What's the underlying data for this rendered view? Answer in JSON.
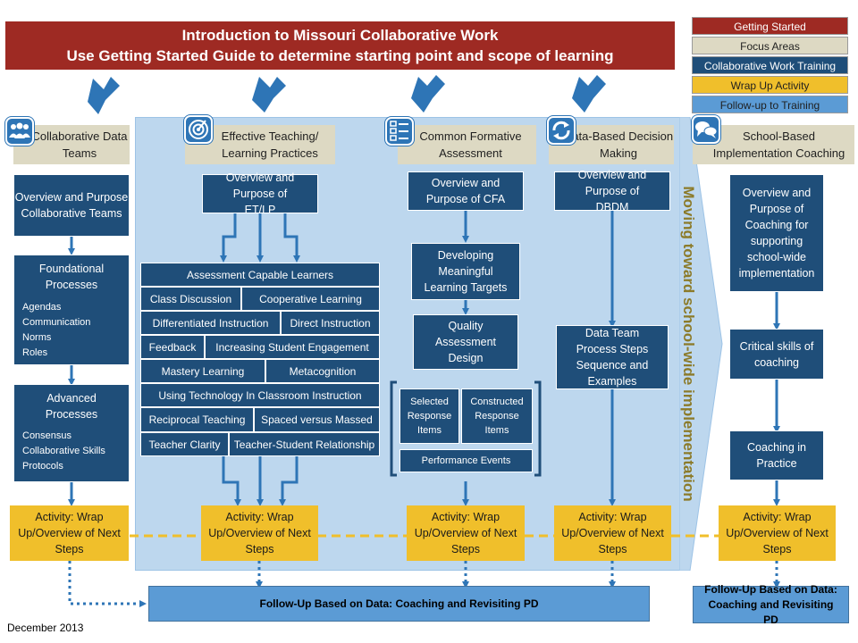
{
  "title": {
    "line1": "Introduction to Missouri Collaborative Work",
    "line2": "Use Getting Started Guide to determine starting point and scope of learning"
  },
  "legend": [
    {
      "label": "Getting Started",
      "color": "#9e2a23",
      "text_color": "#ffffff"
    },
    {
      "label": "Focus Areas",
      "color": "#ddd9c3",
      "text_color": "#1f1f1f"
    },
    {
      "label": "Collaborative Work Training",
      "color": "#1f4e79",
      "text_color": "#ffffff"
    },
    {
      "label": "Wrap Up Activity",
      "color": "#f0bf2b",
      "text_color": "#1f1f1f"
    },
    {
      "label": "Follow-up  to Training",
      "color": "#5b9bd5",
      "text_color": "#1f1f1f"
    }
  ],
  "columns": {
    "cdt": {
      "heading": "Collaborative Data Teams",
      "icon": "people-icon",
      "overview": "Overview and Purpose Collaborative Teams",
      "foundational": {
        "title": "Foundational Processes",
        "items": [
          "Agendas",
          "Communication",
          "Norms",
          "Roles"
        ]
      },
      "advanced": {
        "title": "Advanced Processes",
        "items": [
          "Consensus",
          "Collaborative Skills",
          "Protocols"
        ]
      }
    },
    "etlp": {
      "heading": "Effective Teaching/ Learning Practices",
      "icon": "target-icon",
      "overview": "Overview and Purpose of ET/LP",
      "practices": [
        [
          "Assessment Capable Learners"
        ],
        [
          "Class Discussion",
          "Cooperative Learning"
        ],
        [
          "Differentiated Instruction",
          "Direct Instruction"
        ],
        [
          "Feedback",
          "Increasing Student Engagement"
        ],
        [
          "Mastery Learning",
          "Metacognition"
        ],
        [
          "Using Technology In Classroom Instruction"
        ],
        [
          "Reciprocal Teaching",
          "Spaced versus Massed"
        ],
        [
          "Teacher Clarity",
          "Teacher-Student Relationship"
        ]
      ]
    },
    "cfa": {
      "heading": "Common Formative Assessment",
      "icon": "checklist-icon",
      "overview": "Overview and Purpose of CFA",
      "targets": "Developing Meaningful Learning Targets",
      "design": "Quality Assessment Design",
      "selected": "Selected Response Items",
      "constructed": "Constructed Response Items",
      "performance": "Performance Events"
    },
    "dbdm": {
      "heading": "Data-Based Decision Making",
      "icon": "cycle-icon",
      "overview": "Overview and Purpose of DBDM",
      "process": "Data Team Process Steps Sequence and Examples"
    },
    "sbic": {
      "heading": "School-Based Implementation Coaching",
      "icon": "speech-bubbles-icon",
      "overview": "Overview and Purpose of Coaching for supporting school-wide implementation",
      "critical": "Critical skills of coaching",
      "practice": "Coaching in Practice"
    }
  },
  "wrap_up": "Activity: Wrap Up/Overview of Next Steps",
  "band_label": "Moving toward school-wide implementation",
  "followup_main": "Follow-Up Based on Data: Coaching and Revisiting PD",
  "followup_right": "Follow-Up Based on Data: Coaching and Revisiting PD",
  "date": "December 2013",
  "colors": {
    "title": "#9e2a23",
    "beige": "#ddd9c3",
    "navy": "#1f4e79",
    "yellow": "#f0bf2b",
    "followup": "#5b9bd5",
    "band": "#bdd7ee",
    "arrow": "#2e75b6"
  }
}
